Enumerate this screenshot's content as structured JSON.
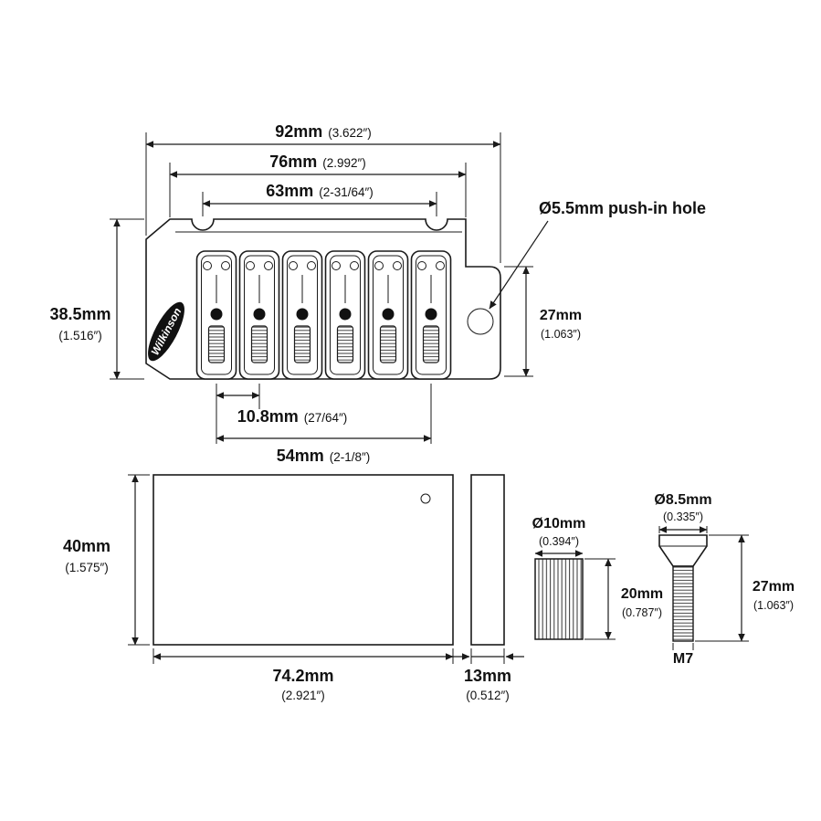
{
  "diagram": {
    "brand_logo": "Wilkinson",
    "push_in_hole_label": "Ø5.5mm push-in hole",
    "dims": {
      "overall_width": {
        "mm": "92mm",
        "inch": "(3.622″)"
      },
      "mounting_width": {
        "mm": "76mm",
        "inch": "(2.992″)"
      },
      "pivot_spacing": {
        "mm": "63mm",
        "inch": "(2-31/64″)"
      },
      "plate_height": {
        "mm": "38.5mm",
        "inch": "(1.516″)"
      },
      "plate_right_height": {
        "mm": "27mm",
        "inch": "(1.063″)"
      },
      "string_spacing": {
        "mm": "10.8mm",
        "inch": "(27/64″)"
      },
      "string_spread": {
        "mm": "54mm",
        "inch": "(2-1/8″)"
      },
      "block_height": {
        "mm": "40mm",
        "inch": "(1.575″)"
      },
      "block_width": {
        "mm": "74.2mm",
        "inch": "(2.921″)"
      },
      "block_thickness": {
        "mm": "13mm",
        "inch": "(0.512″)"
      },
      "bushing_diameter": {
        "mm": "Ø10mm",
        "inch": "(0.394″)"
      },
      "bushing_length": {
        "mm": "20mm",
        "inch": "(0.787″)"
      },
      "stud_diameter": {
        "mm": "Ø8.5mm",
        "inch": "(0.335″)"
      },
      "stud_length": {
        "mm": "27mm",
        "inch": "(1.063″)"
      },
      "stud_thread": "M7"
    }
  }
}
